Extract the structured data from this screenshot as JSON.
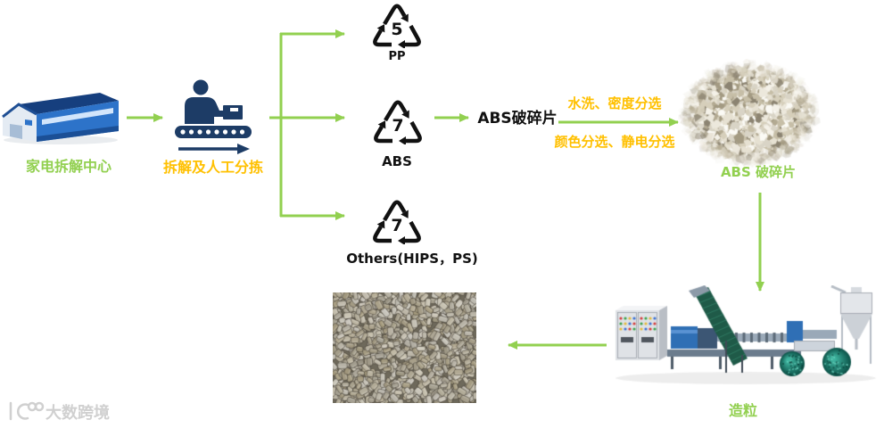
{
  "diagram": {
    "source": {
      "label": "家电拆解中心",
      "icon": "warehouse-icon"
    },
    "sorting": {
      "label": "拆解及人工分拣",
      "icon": "conveyor-worker-icon"
    },
    "resins": [
      {
        "code": "5",
        "label": "PP",
        "icon": "recycle-symbol-icon"
      },
      {
        "code": "7",
        "label": "ABS",
        "icon": "recycle-symbol-icon"
      },
      {
        "code": "7",
        "label": "Others(HIPS，PS)",
        "icon": "recycle-symbol-icon"
      }
    ],
    "abs_flakes_label": "ABS破碎片",
    "separation_steps": [
      "水洗、密度分选",
      "颜色分选、静电分选"
    ],
    "flakes_photo_label": "ABS 破碎片",
    "granulation_label": "造粒",
    "photos": [
      "abs-flakes-photo",
      "granulator-machine-photo",
      "abs-pellets-photo"
    ]
  },
  "watermark": {
    "text": "大数跨境",
    "icon": "watermark-logo"
  },
  "colors": {
    "arrow": "#92D050",
    "green_label": "#92D050",
    "orange_label": "#FFC000",
    "dark_text": "#111111",
    "icon_navy": "#1d3c66",
    "watermark": "#d0d0d0"
  }
}
